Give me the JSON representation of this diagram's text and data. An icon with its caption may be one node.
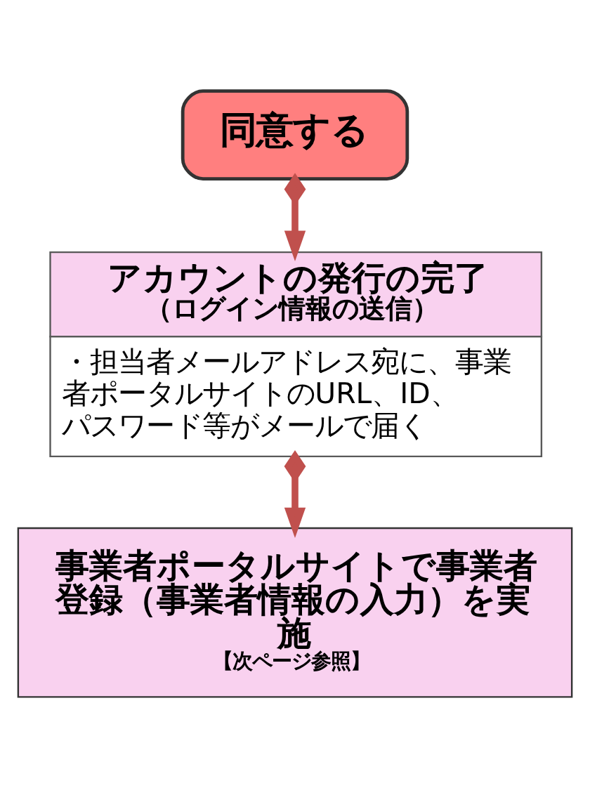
{
  "diagram": {
    "nodes": [
      {
        "text": [
          "同意する"
        ]
      },
      {
        "text": [
          "アカウントの発行の完了",
          "（ログイン情報の送信）",
          "・担当者メールアドレス宛に、事業者ポータルサイトのURL、ID、パスワード等がメールで届く"
        ]
      },
      {
        "text": [
          "事業者ポータルサイトで事業者登録（事業者情報の入力）を実施",
          "【次ページ参照】"
        ]
      }
    ],
    "edges": [
      {
        "from": 0,
        "to": 1,
        "arrow": "to"
      },
      {
        "from": 1,
        "to": 2,
        "arrow": "to"
      }
    ]
  }
}
